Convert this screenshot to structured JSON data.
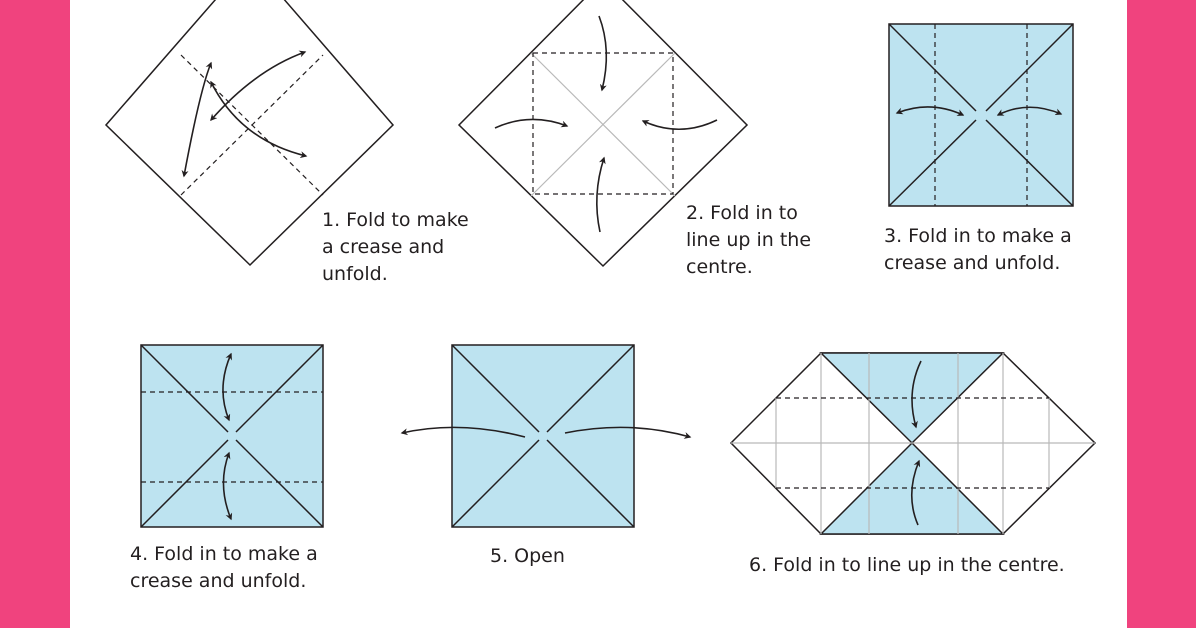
{
  "colors": {
    "frame": "#f0437e",
    "paper_blue": "#bde3f0",
    "paper_white": "#ffffff",
    "line": "#231f20",
    "crease_light": "#b9b9b9"
  },
  "steps": [
    {
      "number": 1,
      "lines": [
        "1. Fold to make",
        "a crease and",
        "unfold."
      ]
    },
    {
      "number": 2,
      "lines": [
        "2. Fold in to",
        "line up in the",
        "centre."
      ]
    },
    {
      "number": 3,
      "lines": [
        "3. Fold in to make a",
        "crease and unfold."
      ]
    },
    {
      "number": 4,
      "lines": [
        "4. Fold in to make a",
        "crease and unfold."
      ]
    },
    {
      "number": 5,
      "lines": [
        "5. Open"
      ]
    },
    {
      "number": 6,
      "lines": [
        "6. Fold in to line up in the centre."
      ]
    }
  ]
}
